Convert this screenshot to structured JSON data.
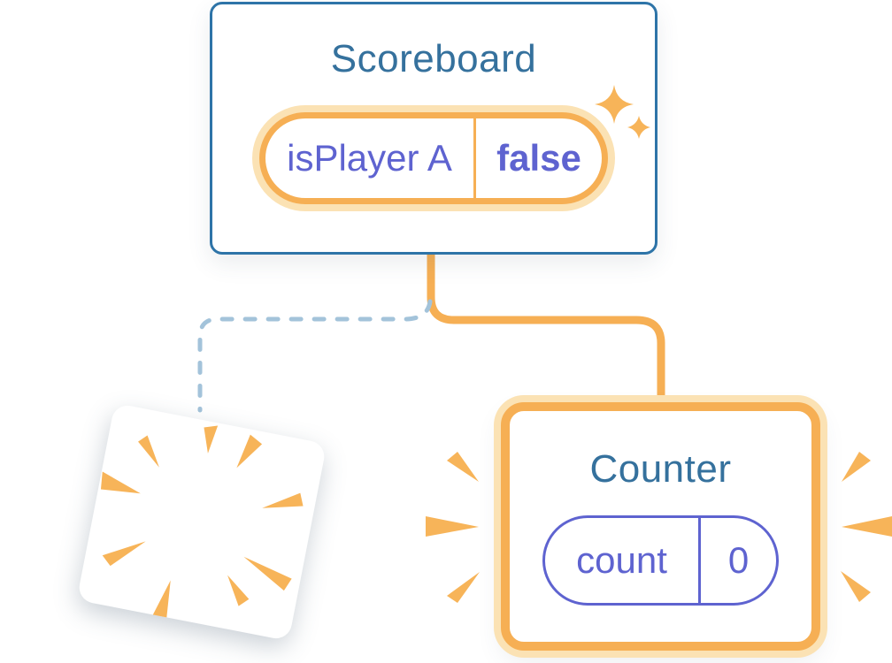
{
  "colors": {
    "background": "#ffffff",
    "card_border_blue": "#2E74A8",
    "title_blue": "#35719D",
    "accent_orange": "#F6AF54",
    "orange_halo": "#FBE2B4",
    "burst_orange": "#F7B459",
    "state_indigo": "#5E63D0",
    "removed_dash_blue": "#A3C3DA"
  },
  "scoreboard": {
    "title": "Scoreboard",
    "state": {
      "key": "isPlayer A",
      "value": "false"
    }
  },
  "counter": {
    "title": "Counter",
    "state": {
      "key": "count",
      "value": "0"
    }
  },
  "icons": {
    "sparkles": "sparkles-icon",
    "poof_burst": "poof-burst-icon",
    "emphasis_left": "emphasis-burst-left-icon",
    "emphasis_right": "emphasis-burst-right-icon",
    "active_connector": "connector-line",
    "removed_connector": "removed-connector-dashed-line"
  }
}
